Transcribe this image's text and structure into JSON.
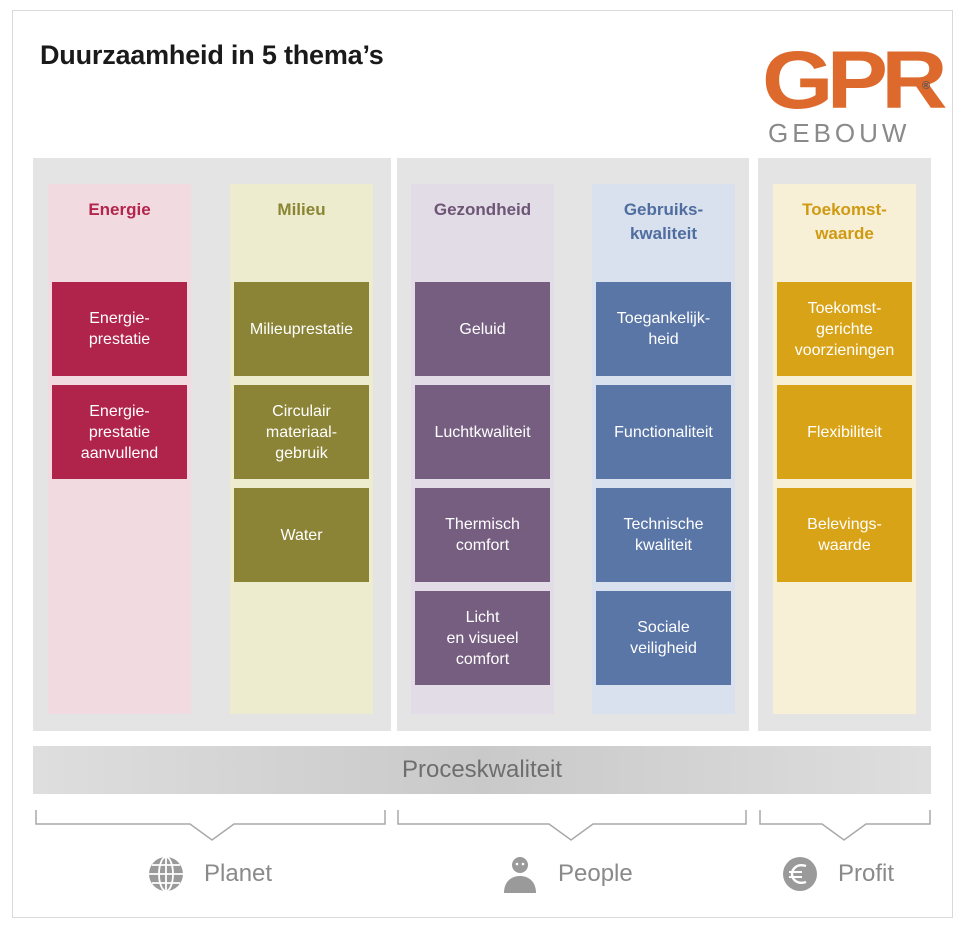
{
  "title": "Duurzaamheid in 5 thema’s",
  "logo": {
    "mark": "GPR",
    "registered": "®",
    "subtitle": "GEBOUW",
    "color": "#dd6a2c"
  },
  "themes": [
    {
      "title": "Energie",
      "title_color": "#b3254d",
      "column_bg": "#f2dbe0",
      "tile_color": "#b0244b",
      "tiles": [
        "Energie-\nprestatie",
        "Energie-\nprestatie\naanvullend"
      ]
    },
    {
      "title": "Milieu",
      "title_color": "#8a8532",
      "column_bg": "#eeeccf",
      "tile_color": "#8b8436",
      "tiles": [
        "Milieuprestatie",
        "Circulair\nmateriaal-\ngebruik",
        "Water"
      ]
    },
    {
      "title": "Gezondheid",
      "title_color": "#6e5576",
      "column_bg": "#e1dce6",
      "tile_color": "#765e80",
      "tiles": [
        "Geluid",
        "Luchtkwaliteit",
        "Thermisch\ncomfort",
        "Licht\nen visueel\ncomfort"
      ]
    },
    {
      "title": "Gebruiks-\nkwaliteit",
      "title_color": "#4f6d9e",
      "column_bg": "#d9e1ee",
      "tile_color": "#5a76a6",
      "tiles": [
        "Toegankelijk-\nheid",
        "Functionaliteit",
        "Technische\nkwaliteit",
        "Sociale\nveiligheid"
      ]
    },
    {
      "title": "Toekomst-\nwaarde",
      "title_color": "#cf9a12",
      "column_bg": "#f7f0d6",
      "tile_color": "#d9a318",
      "tiles": [
        "Toekomst-\ngerichte\nvoorzieningen",
        "Flexibiliteit",
        "Belevings-\nwaarde"
      ]
    }
  ],
  "process_bar": {
    "label": "Proceskwaliteit"
  },
  "pillars": [
    {
      "label": "Planet",
      "icon": "globe-icon"
    },
    {
      "label": "People",
      "icon": "person-icon"
    },
    {
      "label": "Profit",
      "icon": "euro-icon"
    }
  ]
}
